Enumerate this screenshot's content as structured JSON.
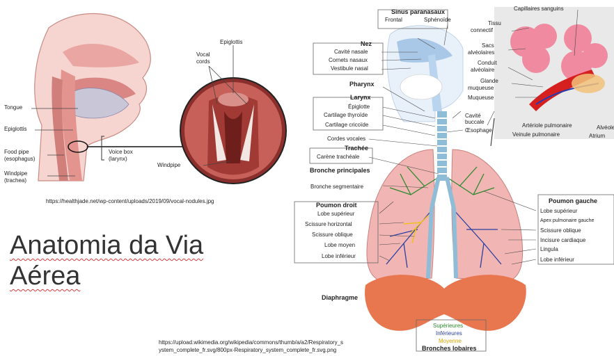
{
  "slide": {
    "title_line1": "Anatomia da Via",
    "title_line2": "Aérea"
  },
  "throat_image": {
    "labels": {
      "tongue": "Tongue",
      "epiglottis_left": "Epiglottis",
      "food_pipe_1": "Food pipe",
      "food_pipe_2": "(esophagus)",
      "windpipe_left_1": "Windpipe",
      "windpipe_left_2": "(trachea)",
      "voice_box_1": "Voice box",
      "voice_box_2": "(larynx)",
      "epiglottis_top": "Epiglottis",
      "vocal_1": "Vocal",
      "vocal_2": "cords",
      "windpipe_right": "Windpipe"
    },
    "source_url": "https://healthjade.net/wp-content/uploads/2019/09/vocal-nodules.jpg"
  },
  "respiratory_image": {
    "labels": {
      "sinus": "Sinus paranasaux",
      "frontal": "Frontal",
      "sphenoide": "Sphénoïde",
      "nez": "Nez",
      "cavite_nasale": "Cavité nasale",
      "cornets": "Cornets nasaux",
      "vestibule": "Vestibule nasal",
      "pharynx": "Pharynx",
      "larynx": "Larynx",
      "epiglotte": "Épiglotte",
      "cart_thyroide": "Cartilage thyroïde",
      "cart_cricoide": "Cartilage cricoïde",
      "cavite_buccale_1": "Cavité",
      "cavite_buccale_2": "buccale",
      "oesophage": "Œsophage",
      "cordes": "Cordes vocales",
      "trachee": "Trachée",
      "carene": "Carène trachéale",
      "bronche_princ": "Bronche principales",
      "bronche_seg": "Bronche segmentaire",
      "poumon_droit": "Poumon droit",
      "lobe_sup_d": "Lobe supérieur",
      "scissure_h": "Scissure horizontal",
      "scissure_o_d": "Scissure oblique",
      "lobe_moyen": "Lobe moyen",
      "lobe_inf_d": "Lobe inférieur",
      "diaphragme": "Diaphragme",
      "poumon_gauche": "Poumon gauche",
      "lobe_sup_g": "Lobe supérieur",
      "apex": "Apex pulmonaire gauche",
      "scissure_o_g": "Scissure oblique",
      "incisure": "Incisure cardiaque",
      "lingula": "Lingula",
      "lobe_inf_g": "Lobe inférieur",
      "capillaires": "Capillaires sanguins",
      "tissu_1": "Tissu",
      "tissu_2": "connectif",
      "sacs_1": "Sacs",
      "sacs_2": "alvéolaires",
      "conduit_1": "Conduit",
      "conduit_2": "alvéolaire",
      "glande_1": "Glande",
      "glande_2": "muqueuse",
      "muqueuse": "Muqueuse",
      "arteriole": "Artériole pulmonaire",
      "veinule": "Veinule pulmonaire",
      "alveole": "Alvéole",
      "atrium": "Atrium",
      "superieures": "Supérieures",
      "inferieures": "Inférieures",
      "moyenne": "Moyenne",
      "bronches_lobaires": "Bronches lobaires"
    },
    "source_url_line1": "https://upload.wikimedia.org/wikipedia/commons/thumb/a/a2/Respiratory_s",
    "source_url_line2": "ystem_complete_fr.svg/800px-Respiratory_system_complete_fr.svg.png"
  },
  "colors": {
    "tissue_pink": "#e8a0a0",
    "lung_pink": "#f1b6b4",
    "diaphragm": "#e8774f",
    "airway_blue": "#a9c8e8",
    "bronchi_green": "#2f8a2f",
    "bronchi_blue": "#2b3fa0",
    "bronchi_yellow": "#f0c020",
    "title_squiggle": "#d63b3b"
  }
}
